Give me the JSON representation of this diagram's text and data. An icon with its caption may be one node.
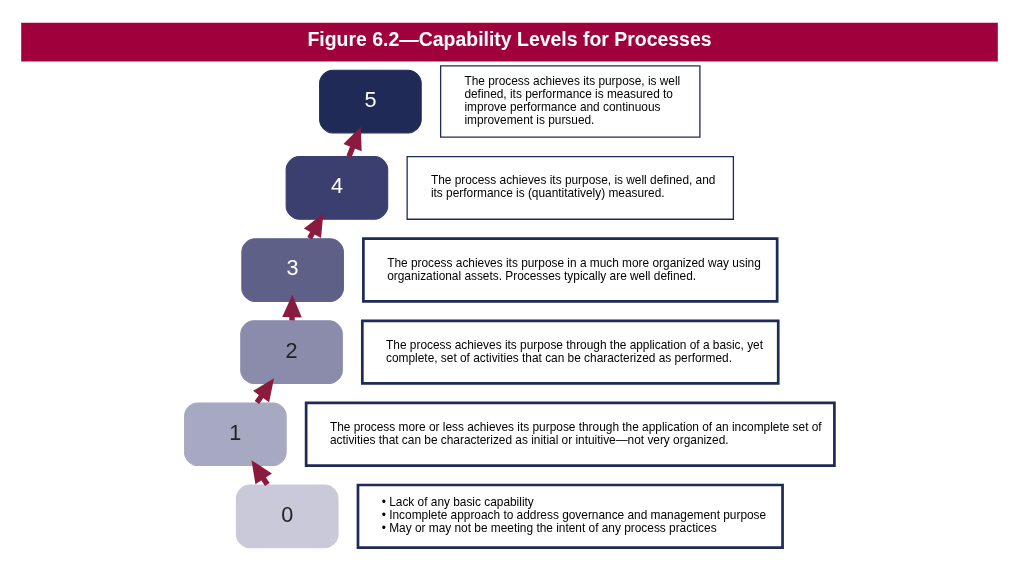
{
  "diagram": {
    "title": "Figure 6.2—Capability Levels for Processes",
    "nodes": [
      {
        "text": [
          "0"
        ]
      },
      {
        "text": [
          "• Lack of any basic capability",
          "• Incomplete approach to address governance and management purpose",
          "• May or may not be meeting the intent of any process practices"
        ]
      },
      {
        "text": [
          "1"
        ]
      },
      {
        "text": [
          "The process more or less achieves its purpose through the application of an incomplete set of activities that can be characterized as initial or intuitive—not very organized."
        ]
      },
      {
        "text": [
          "2"
        ]
      },
      {
        "text": [
          "The process achieves its purpose through the application of a basic, yet complete, set of activities that can be characterized as performed."
        ]
      },
      {
        "text": [
          "3"
        ]
      },
      {
        "text": [
          "The process achieves its purpose in a much more organized way using organizational assets. Processes typically are well defined."
        ]
      },
      {
        "text": [
          "4"
        ]
      },
      {
        "text": [
          "The process achieves its purpose, is well defined, and its performance is (quantitatively) measured."
        ]
      },
      {
        "text": [
          "5"
        ]
      },
      {
        "text": [
          "The process achieves its purpose, is well defined, its performance is measured to improve performance and continuous improvement is pursued."
        ]
      }
    ],
    "edges": [
      {
        "from": 0,
        "to": 2,
        "arrow": "to"
      },
      {
        "from": 2,
        "to": 4,
        "arrow": "to"
      },
      {
        "from": 4,
        "to": 6,
        "arrow": "to"
      },
      {
        "from": 6,
        "to": 8,
        "arrow": "to"
      },
      {
        "from": 8,
        "to": 10,
        "arrow": "to"
      }
    ]
  }
}
